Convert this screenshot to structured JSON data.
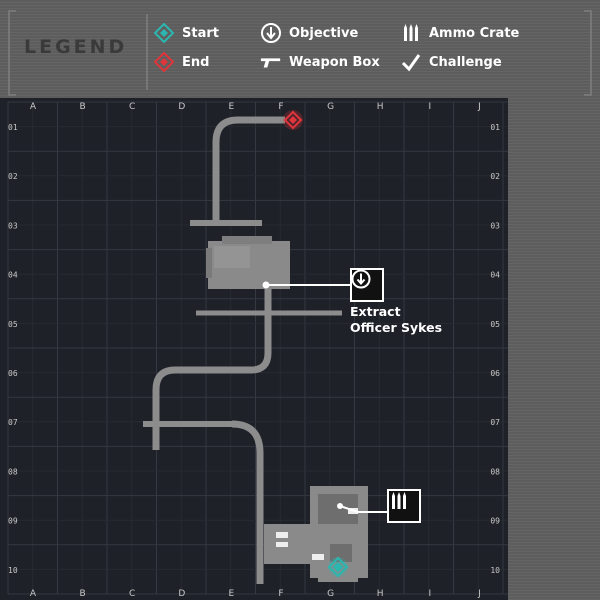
{
  "legend": {
    "title": "LEGEND",
    "items": [
      {
        "label": "Start",
        "icon": "start-marker-icon",
        "color": "#2bb7b0"
      },
      {
        "label": "End",
        "icon": "end-marker-icon",
        "color": "#e0353b"
      },
      {
        "label": "Objective",
        "icon": "objective-arrow-icon"
      },
      {
        "label": "Weapon Box",
        "icon": "weapon-box-icon"
      },
      {
        "label": "Ammo Crate",
        "icon": "ammo-crate-icon"
      },
      {
        "label": "Challenge",
        "icon": "checkmark-icon"
      }
    ]
  },
  "grid": {
    "columns": [
      "A",
      "B",
      "C",
      "D",
      "E",
      "F",
      "G",
      "H",
      "I",
      "J"
    ],
    "rows": [
      "01",
      "02",
      "03",
      "04",
      "05",
      "06",
      "07",
      "08",
      "09",
      "10"
    ]
  },
  "markers": {
    "objective_label": [
      "Extract",
      "Officer Sykes"
    ],
    "objective_cell": "E04",
    "end_cell": "F01",
    "start_cell": "G10",
    "ammo_cell": "G09"
  },
  "colors": {
    "map_bg": "#1e2127",
    "path": "#8c8c8c",
    "start": "#2bb7b0",
    "end": "#e0353b"
  }
}
